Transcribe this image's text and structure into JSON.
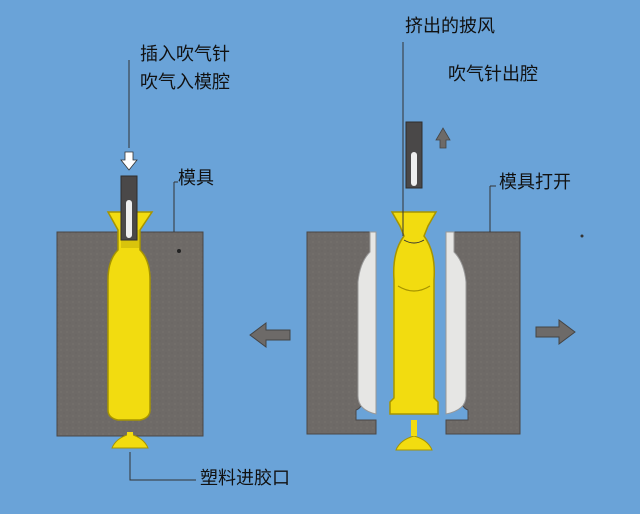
{
  "labels": {
    "insert_needle": "插入吹气针",
    "blow_into_cavity": "吹气入模腔",
    "mold": "模具",
    "plastic_inlet": "塑料进胶口",
    "extruded_flash": "挤出的披风",
    "needle_exit": "吹气针出腔",
    "mold_open": "模具打开"
  },
  "colors": {
    "background": "#6aa3d8",
    "mold": "#6e6a67",
    "mold_dark": "#585452",
    "part": "#f2dc10",
    "part_edge": "#a69400",
    "part_white": "#e6e6e4",
    "needle": "#4a4848",
    "arrow": "#6d6a68"
  }
}
